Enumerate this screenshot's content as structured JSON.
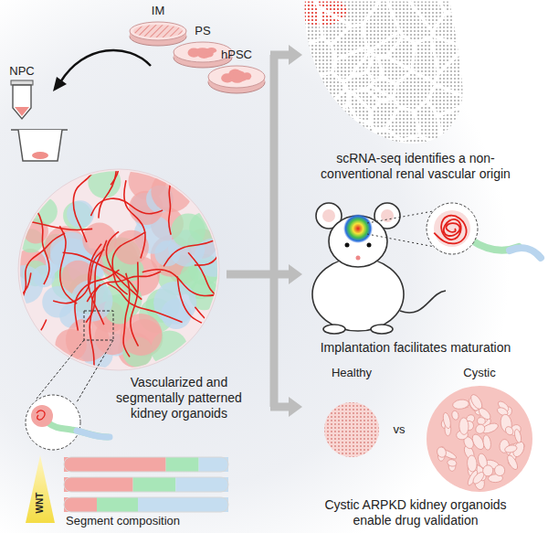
{
  "diagram": {
    "nodes": [
      {
        "text": [
          "NPC"
        ]
      },
      {
        "text": [
          "IM"
        ]
      },
      {
        "text": [
          "PS"
        ]
      },
      {
        "text": [
          "hPSC"
        ]
      },
      {
        "text": [
          "Healthy"
        ]
      },
      {
        "text": [
          "Cystic"
        ]
      }
    ],
    "labels": [
      "Vascularized and segmentally patterned kidney organoids",
      "WNT",
      "Segment composition",
      "scRNA-seq identifies a non-conventional renal vascular origin",
      "Implantation facilitates maturation",
      "vs",
      "Cystic ARPKD kidney organoids enable drug validation"
    ]
  }
}
